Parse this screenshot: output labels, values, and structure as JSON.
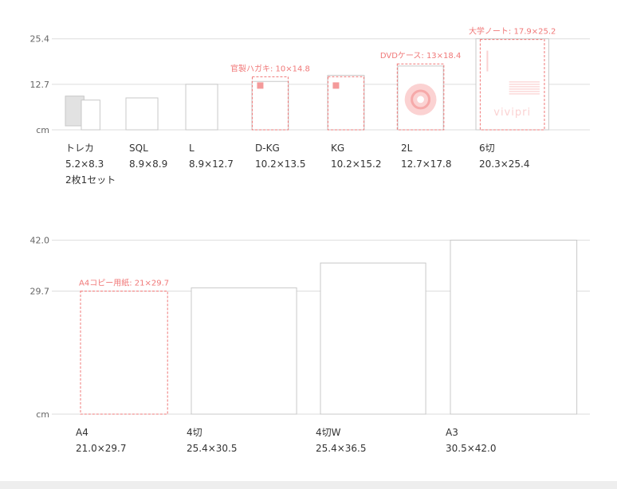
{
  "chart_data": [
    {
      "type": "size-comparison",
      "ylim": [
        0,
        25.4
      ],
      "yticks": [
        {
          "value": 25.4,
          "label": "25.4"
        },
        {
          "value": 12.7,
          "label": "12.7"
        },
        {
          "value": 0,
          "label": "cm"
        }
      ],
      "items": [
        {
          "name": "トレカ",
          "size_label": "5.2×8.3",
          "note": "2枚1セット",
          "width": 5.2,
          "height": 8.3,
          "double": true
        },
        {
          "name": "SQL",
          "size_label": "8.9×8.9",
          "width": 8.9,
          "height": 8.9
        },
        {
          "name": "L",
          "size_label": "8.9×12.7",
          "width": 8.9,
          "height": 12.7
        },
        {
          "name": "D-KG",
          "size_label": "10.2×13.5",
          "width": 10.2,
          "height": 13.5,
          "overlay": {
            "label": "官製ハガキ: 10×14.8",
            "width": 10,
            "height": 14.8,
            "icon": "postcard-icon"
          }
        },
        {
          "name": "KG",
          "size_label": "10.2×15.2",
          "width": 10.2,
          "height": 15.2,
          "overlay": {
            "width": 10,
            "height": 14.8,
            "icon": "postcard-icon"
          }
        },
        {
          "name": "2L",
          "size_label": "12.7×17.8",
          "width": 12.7,
          "height": 17.8,
          "overlay": {
            "label": "DVDケース: 13×18.4",
            "width": 13,
            "height": 18.4,
            "icon": "disc-icon"
          }
        },
        {
          "name": "6切",
          "size_label": "20.3×25.4",
          "width": 20.3,
          "height": 25.4,
          "overlay": {
            "label": "大学ノート: 17.9×25.2",
            "width": 17.9,
            "height": 25.2,
            "icon": "notebook-icon",
            "brand": "vivipri"
          }
        }
      ]
    },
    {
      "type": "size-comparison",
      "ylim": [
        0,
        42
      ],
      "yticks": [
        {
          "value": 42,
          "label": "42.0"
        },
        {
          "value": 29.7,
          "label": "29.7"
        },
        {
          "value": 0,
          "label": "cm"
        }
      ],
      "items": [
        {
          "name": "A4",
          "size_label": "21.0×29.7",
          "width": 21.0,
          "height": 29.7,
          "overlay": {
            "label": "A4コピー用紙: 21×29.7",
            "width": 21,
            "height": 29.7,
            "replace": true
          }
        },
        {
          "name": "4切",
          "size_label": "25.4×30.5",
          "width": 25.4,
          "height": 30.5
        },
        {
          "name": "4切W",
          "size_label": "25.4×36.5",
          "width": 25.4,
          "height": 36.5
        },
        {
          "name": "A3",
          "size_label": "30.5×42.0",
          "width": 30.5,
          "height": 42.0
        }
      ]
    }
  ],
  "colors": {
    "accent": "#f07878",
    "accent_light": "#fbd2d2",
    "grid": "#dddddd",
    "paper_border": "#c8c8c8",
    "card_fill": "#e2e2e2",
    "axis_text": "#666666",
    "label_text": "#333333"
  }
}
